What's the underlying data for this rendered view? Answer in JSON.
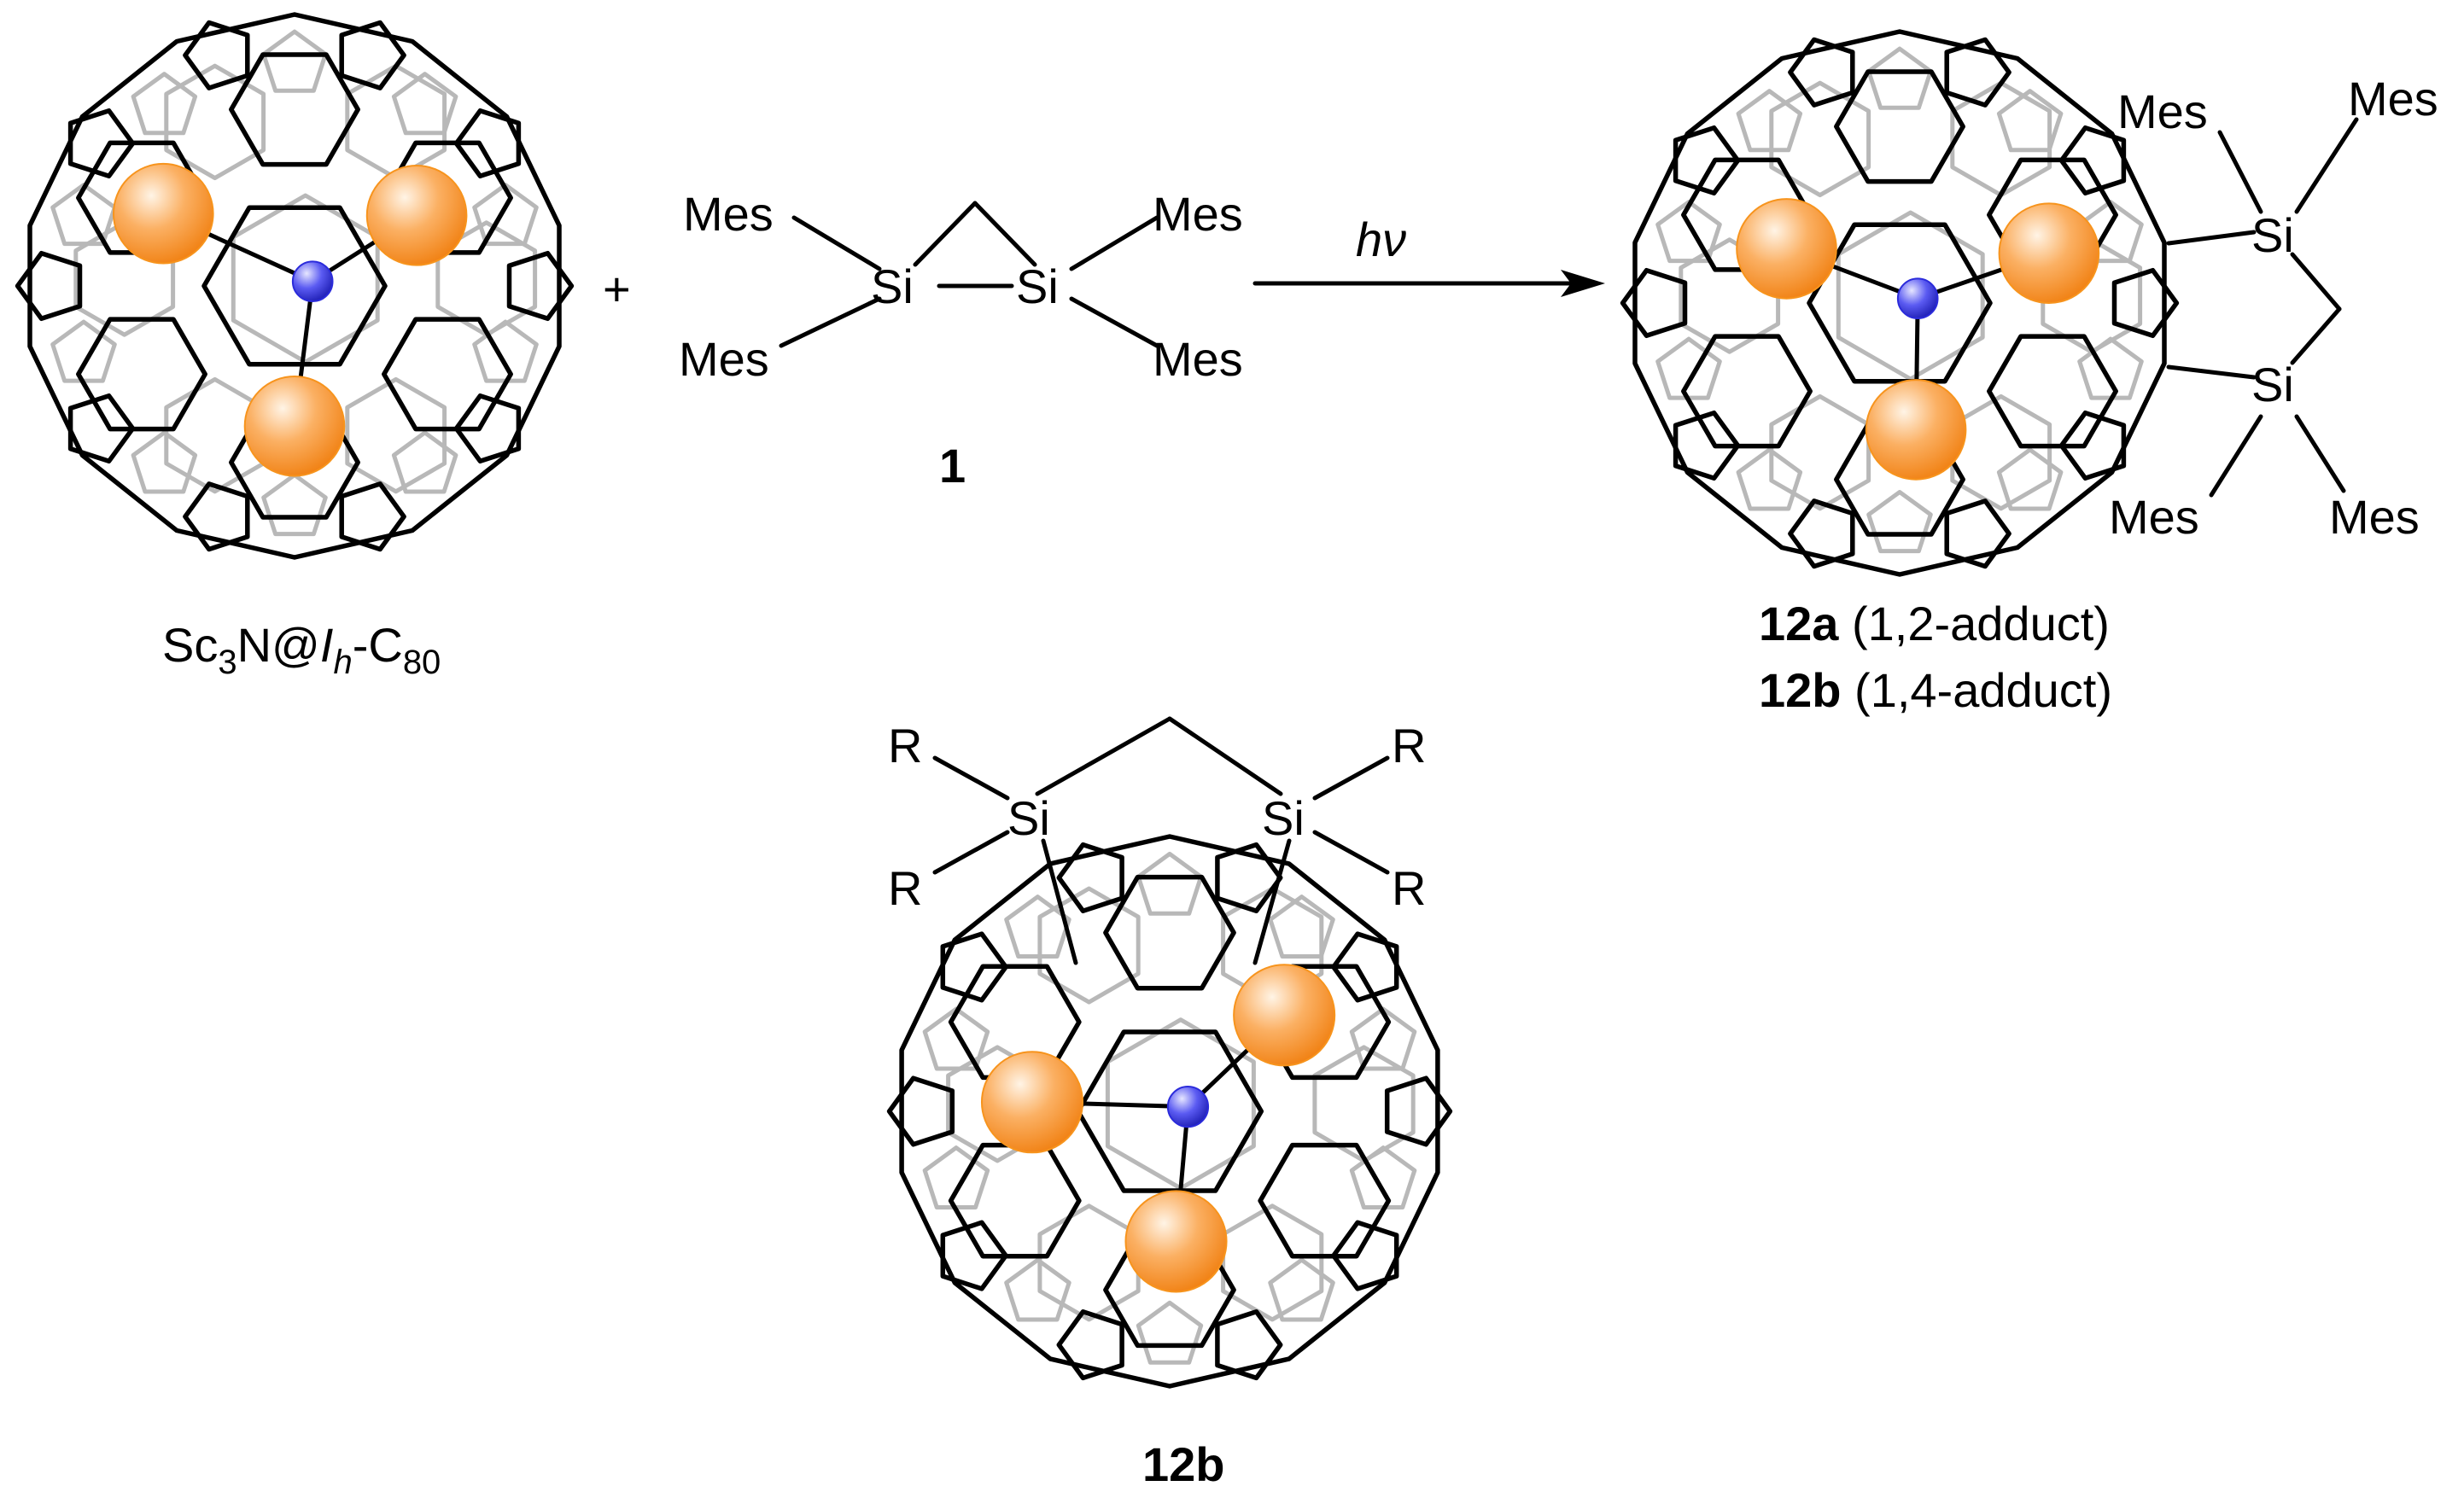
{
  "reactant_label": {
    "prefix": "Sc",
    "sub1": "3",
    "mid": "N@",
    "ital": "I",
    "sub_ital": "h",
    "dash": "-C",
    "sub2": "80"
  },
  "plus": "+",
  "disilirane": {
    "mes": "Mes",
    "si": "Si",
    "number": "1"
  },
  "arrow_label": "hν",
  "product": {
    "mes": "Mes",
    "si": "Si",
    "label_a_bold": "12a",
    "label_a_text": " (1,2-adduct)",
    "label_b_bold": "12b",
    "label_b_text": " (1,4-adduct)"
  },
  "adduct_14": {
    "r": "R",
    "si": "Si",
    "label": "12b"
  },
  "colors": {
    "scandium": "#f7941d",
    "nitrogen": "#2b2bdb",
    "cage_front": "#000000",
    "cage_back": "#b8b8b8"
  }
}
